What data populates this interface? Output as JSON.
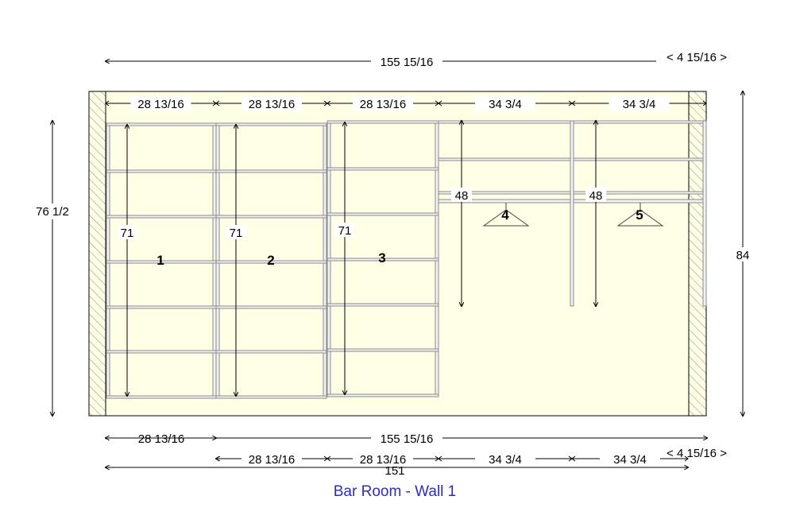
{
  "title": "Bar Room  -  Wall 1",
  "overall": {
    "width": "155 15/16",
    "height_left": "76 1/2",
    "height_right": "84",
    "right_offset": "< 4 15/16 >"
  },
  "top_sections": [
    "28 13/16",
    "28 13/16",
    "28 13/16",
    "34 3/4",
    "34 3/4"
  ],
  "bottom": {
    "first_section": "28 13/16",
    "width": "155 15/16",
    "sections": [
      "28 13/16",
      "28 13/16",
      "34 3/4",
      "34 3/4"
    ],
    "right_offset": "< 4 15/16 >",
    "total": "151"
  },
  "units": [
    {
      "number": "1",
      "height": "71",
      "type": "shelves"
    },
    {
      "number": "2",
      "height": "71",
      "type": "shelves"
    },
    {
      "number": "3",
      "height": "71",
      "type": "shelves"
    },
    {
      "number": "4",
      "height": "48",
      "type": "hanging"
    },
    {
      "number": "5",
      "height": "48",
      "type": "hanging"
    }
  ],
  "colors": {
    "wall": "#ffffe6",
    "title": "#2a2ad0",
    "shelf": "#f2f2f2"
  }
}
